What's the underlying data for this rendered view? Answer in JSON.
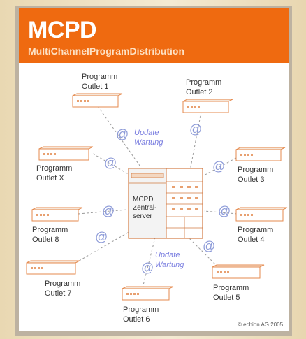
{
  "header": {
    "title": "MCPD",
    "subtitle": "MultiChannelProgramDistribution",
    "color": "#ef6a10"
  },
  "server": {
    "label": "MCPD\nZentral-\nserver"
  },
  "outlets": [
    {
      "id": "1",
      "label": "Programm\nOutlet 1"
    },
    {
      "id": "2",
      "label": "Programm\nOutlet 2"
    },
    {
      "id": "x",
      "label": "Programm\nOutlet X"
    },
    {
      "id": "3",
      "label": "Programm\nOutlet 3"
    },
    {
      "id": "8",
      "label": "Programm\nOutlet 8"
    },
    {
      "id": "4",
      "label": "Programm\nOutlet 4"
    },
    {
      "id": "7",
      "label": "Programm\nOutlet 7"
    },
    {
      "id": "5",
      "label": "Programm\nOutlet 5"
    },
    {
      "id": "6",
      "label": "Programm\nOutlet 6"
    }
  ],
  "update_labels": [
    {
      "text": "Update\nWartung"
    },
    {
      "text": "Update\nWartung"
    }
  ],
  "link_symbol": "@",
  "copyright": "© echion AG 2005",
  "colors": {
    "frame": "#bdb2a1",
    "device_line": "#e58a4e",
    "device_dots": "#e8a070",
    "at_symbol": "#8c9ad8",
    "update_text": "#7a7ee0"
  }
}
